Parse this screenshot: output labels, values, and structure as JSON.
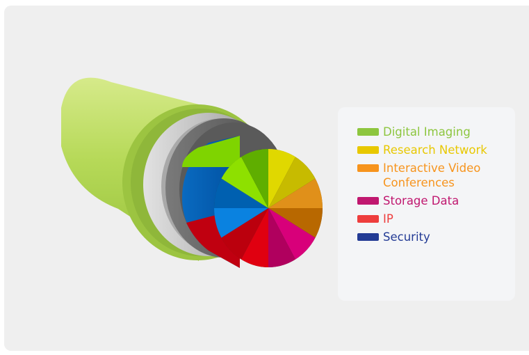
{
  "legend": {
    "items": [
      {
        "label": "Digital Imaging",
        "color": "#8dc63f"
      },
      {
        "label": "Research Network",
        "color": "#e8c800"
      },
      {
        "label": "Interactive Video Conferences",
        "color": "#f7941d"
      },
      {
        "label": "Storage Data",
        "color": "#c0176f"
      },
      {
        "label": "IP",
        "color": "#ee3d3d"
      },
      {
        "label": "Security",
        "color": "#233b95"
      }
    ]
  },
  "cable": {
    "jacket_color": "#b5d957",
    "core_slices": [
      {
        "series": "Digital Imaging",
        "colors": [
          "#8ee000",
          "#5fae00"
        ]
      },
      {
        "series": "Research Network",
        "colors": [
          "#e0d800",
          "#c7bb00"
        ]
      },
      {
        "series": "Interactive Video Conferences",
        "colors": [
          "#e0901a",
          "#b86800"
        ]
      },
      {
        "series": "Storage Data",
        "colors": [
          "#d8007a",
          "#b0005e"
        ]
      },
      {
        "series": "IP",
        "colors": [
          "#e00010",
          "#bb000d"
        ]
      },
      {
        "series": "Security",
        "colors": [
          "#0a82e0",
          "#0060b0"
        ]
      }
    ]
  }
}
